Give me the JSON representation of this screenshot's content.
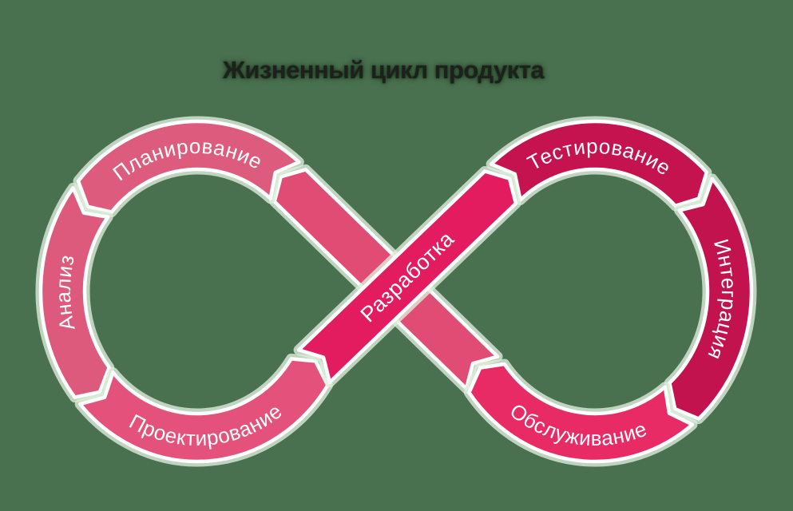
{
  "title": {
    "text": "Жизненный цикл продукта"
  },
  "colors": {
    "background": "#49714F",
    "outline": "#FFFFFF",
    "halo": "#DCEEDA",
    "title_text": "#1C211C",
    "label_text": "#FFFFFF"
  },
  "loops": {
    "left": {
      "flow": "counterclockwise",
      "segments": [
        {
          "id": "planning",
          "label": "Планирование",
          "color": "#DD5B7D",
          "from": 309,
          "to": 402,
          "label_side": "out"
        },
        {
          "id": "analysis",
          "label": "Анализ",
          "color": "#DE5A7C",
          "from": 230,
          "to": 309,
          "label_side": "out"
        },
        {
          "id": "design",
          "label": "Проектирование",
          "color": "#E4517A",
          "from": 122,
          "to": 230,
          "label_side": "in"
        }
      ]
    },
    "right": {
      "flow": "clockwise",
      "segments": [
        {
          "id": "testing",
          "label": "Тестирование",
          "color": "#C4134E",
          "from": 317,
          "to": 407,
          "label_side": "out"
        },
        {
          "id": "integration",
          "label": "Интеграция",
          "color": "#C3134E",
          "from": 47,
          "to": 140,
          "label_side": "out"
        },
        {
          "id": "maintenance",
          "label": "Обслуживание",
          "color": "#E82B64",
          "from": 140,
          "to": 235,
          "label_side": "in"
        }
      ]
    }
  },
  "bands": [
    {
      "id": "return",
      "label": "",
      "color": "#E04C74",
      "from_loop": "left",
      "from_angle": 42,
      "to_loop": "right",
      "to_angle": 235,
      "flow_toward": "from"
    },
    {
      "id": "development",
      "label": "Разработка",
      "color": "#E31C5F",
      "from_loop": "left",
      "from_angle": 122,
      "to_loop": "right",
      "to_angle": 317,
      "flow_toward": "to"
    }
  ]
}
